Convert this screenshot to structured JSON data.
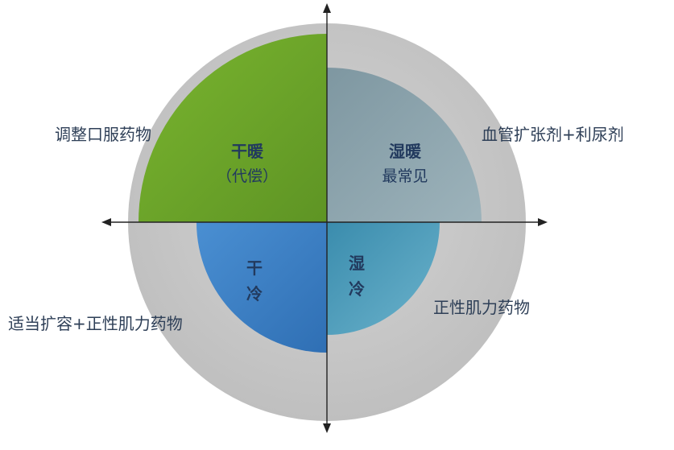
{
  "quadrants": {
    "dry_warm": {
      "title": "干暖",
      "subtitle": "（代偿）",
      "color": "#6fa62a"
    },
    "wet_warm": {
      "title": "湿暖",
      "subtitle": "最常见",
      "color": "#8aa3ad"
    },
    "dry_cold": {
      "title_line1": "干",
      "title_line2": "冷",
      "color": "#3d7fc4"
    },
    "wet_cold": {
      "title_line1": "湿",
      "title_line2": "冷",
      "color": "#4a9bb8"
    }
  },
  "treatments": {
    "top_left": "调整口服药物",
    "top_right": "血管扩张剂+利尿剂",
    "bottom_left": "适当扩容+正性肌力药物",
    "bottom_right": "正性肌力药物"
  },
  "colors": {
    "outer_ring": "#c8c8c8",
    "axis": "#222222",
    "title_text": "#223a5e",
    "treatment_text": "#2e3f57"
  }
}
